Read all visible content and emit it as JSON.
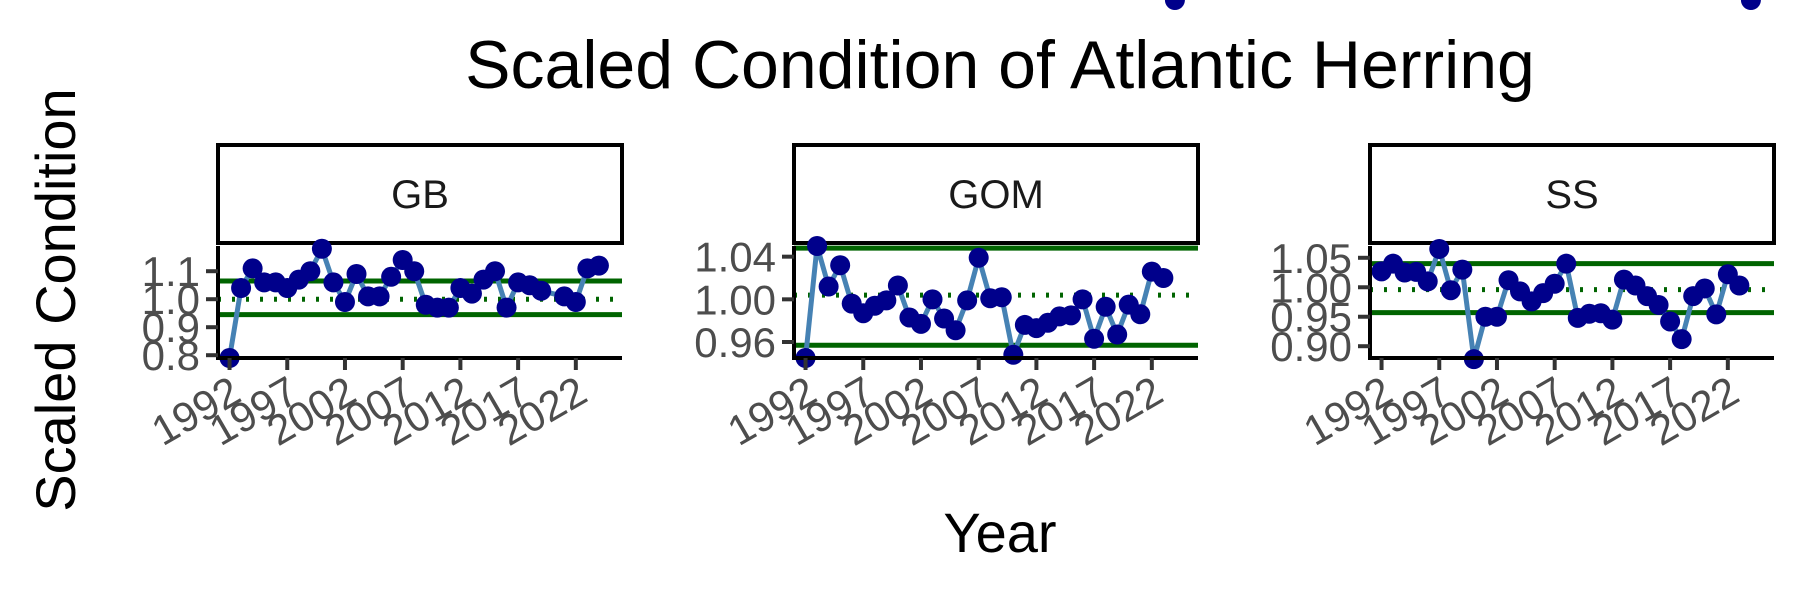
{
  "colors": {
    "line": "#4682b4",
    "point": "#00008b",
    "reference": "#006400",
    "axis": "#000000",
    "tick_text": "#4d4d4d"
  },
  "chart_data": {
    "type": "line",
    "title": "Scaled Condition of Atlantic Herring",
    "xlabel": "Year",
    "ylabel": "Scaled Condition",
    "grid": false,
    "legend": "none",
    "panels": [
      {
        "name": "GB",
        "xlim": [
          1991,
          2026
        ],
        "ylim": [
          0.79,
          1.19
        ],
        "x_ticks": [
          1992,
          1997,
          2002,
          2007,
          2012,
          2017,
          2022
        ],
        "x_tick_labels": [
          "1992",
          "1997",
          "2002",
          "2007",
          "2012",
          "2017",
          "2022"
        ],
        "y_ticks": [
          0.8,
          0.9,
          1.0,
          1.1
        ],
        "y_tick_labels": [
          "0.8",
          "0.9",
          "1.0",
          "1.1"
        ],
        "mean": 1.0,
        "upper_bound": 1.065,
        "lower_bound": 0.945,
        "x": [
          1992,
          1993,
          1994,
          1995,
          1996,
          1997,
          1998,
          1999,
          2000,
          2001,
          2002,
          2003,
          2004,
          2005,
          2006,
          2007,
          2008,
          2009,
          2010,
          2011,
          2012,
          2013,
          2014,
          2015,
          2016,
          2017,
          2018,
          2019,
          2021,
          2022,
          2023,
          2024
        ],
        "y": [
          0.79,
          1.04,
          1.11,
          1.06,
          1.06,
          1.04,
          1.07,
          1.1,
          1.18,
          1.06,
          0.99,
          1.09,
          1.01,
          1.01,
          1.08,
          1.14,
          1.1,
          0.98,
          0.97,
          0.97,
          1.04,
          1.02,
          1.07,
          1.1,
          0.97,
          1.06,
          1.05,
          1.03,
          1.01,
          0.99,
          1.11,
          1.12
        ]
      },
      {
        "name": "GOM",
        "xlim": [
          1991,
          2026
        ],
        "ylim": [
          0.945,
          1.05
        ],
        "x_ticks": [
          1992,
          1997,
          2002,
          2007,
          2012,
          2017,
          2022
        ],
        "x_tick_labels": [
          "1992",
          "1997",
          "2002",
          "2007",
          "2012",
          "2017",
          "2022"
        ],
        "y_ticks": [
          0.96,
          1.0,
          1.04
        ],
        "y_tick_labels": [
          "0.96",
          "1.00",
          "1.04"
        ],
        "mean": 1.004,
        "upper_bound": 1.048,
        "lower_bound": 0.957,
        "x": [
          1992,
          1993,
          1994,
          1995,
          1996,
          1997,
          1998,
          1999,
          2000,
          2001,
          2002,
          2003,
          2004,
          2005,
          2006,
          2007,
          2008,
          2009,
          2010,
          2011,
          2012,
          2013,
          2014,
          2015,
          2016,
          2017,
          2018,
          2019,
          2020,
          2021,
          2022,
          2023,
          2024
        ],
        "y": [
          0.945,
          1.05,
          1.012,
          1.032,
          0.996,
          0.987,
          0.994,
          0.999,
          1.013,
          0.983,
          0.977,
          1.0,
          0.982,
          0.971,
          0.999,
          1.039,
          1.001,
          1.002,
          0.948,
          0.976,
          0.973,
          0.978,
          0.984,
          0.985,
          1.0,
          0.963,
          0.993,
          0.967,
          0.995,
          0.986,
          1.026,
          1.02
        ]
      },
      {
        "name": "SS",
        "xlim": [
          1991,
          2026
        ],
        "ylim": [
          0.88,
          1.07
        ],
        "x_ticks": [
          1992,
          1997,
          2002,
          2007,
          2012,
          2017,
          2022
        ],
        "x_tick_labels": [
          "1992",
          "1997",
          "2002",
          "2007",
          "2012",
          "2017",
          "2022"
        ],
        "y_ticks": [
          0.9,
          0.95,
          1.0,
          1.05
        ],
        "y_tick_labels": [
          "0.90",
          "0.95",
          "1.00",
          "1.05"
        ],
        "mean": 0.996,
        "upper_bound": 1.04,
        "lower_bound": 0.957,
        "x": [
          1992,
          1993,
          1994,
          1995,
          1996,
          1997,
          1998,
          1999,
          2000,
          2001,
          2002,
          2003,
          2004,
          2005,
          2006,
          2007,
          2008,
          2009,
          2010,
          2011,
          2012,
          2013,
          2014,
          2015,
          2016,
          2017,
          2018,
          2019,
          2020,
          2021,
          2022,
          2023,
          2024
        ],
        "y": [
          1.027,
          1.04,
          1.025,
          1.026,
          1.01,
          1.065,
          0.995,
          1.03,
          0.878,
          0.95,
          0.95,
          1.012,
          0.993,
          0.976,
          0.99,
          1.006,
          1.04,
          0.948,
          0.955,
          0.956,
          0.945,
          1.013,
          1.003,
          0.985,
          0.97,
          0.942,
          0.912,
          0.985,
          0.998,
          0.954,
          1.022,
          1.003
        ]
      }
    ]
  }
}
